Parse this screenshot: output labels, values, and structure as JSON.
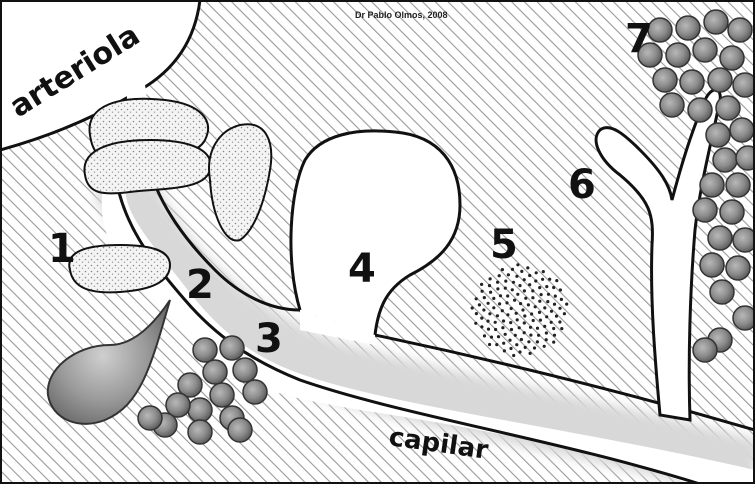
{
  "credit": "Dr Pablo Olmos, 2008",
  "vessel_labels": {
    "arteriola": "arteriola",
    "capilar": "capilar"
  },
  "numbers": [
    "1",
    "2",
    "3",
    "4",
    "5",
    "6",
    "7"
  ]
}
